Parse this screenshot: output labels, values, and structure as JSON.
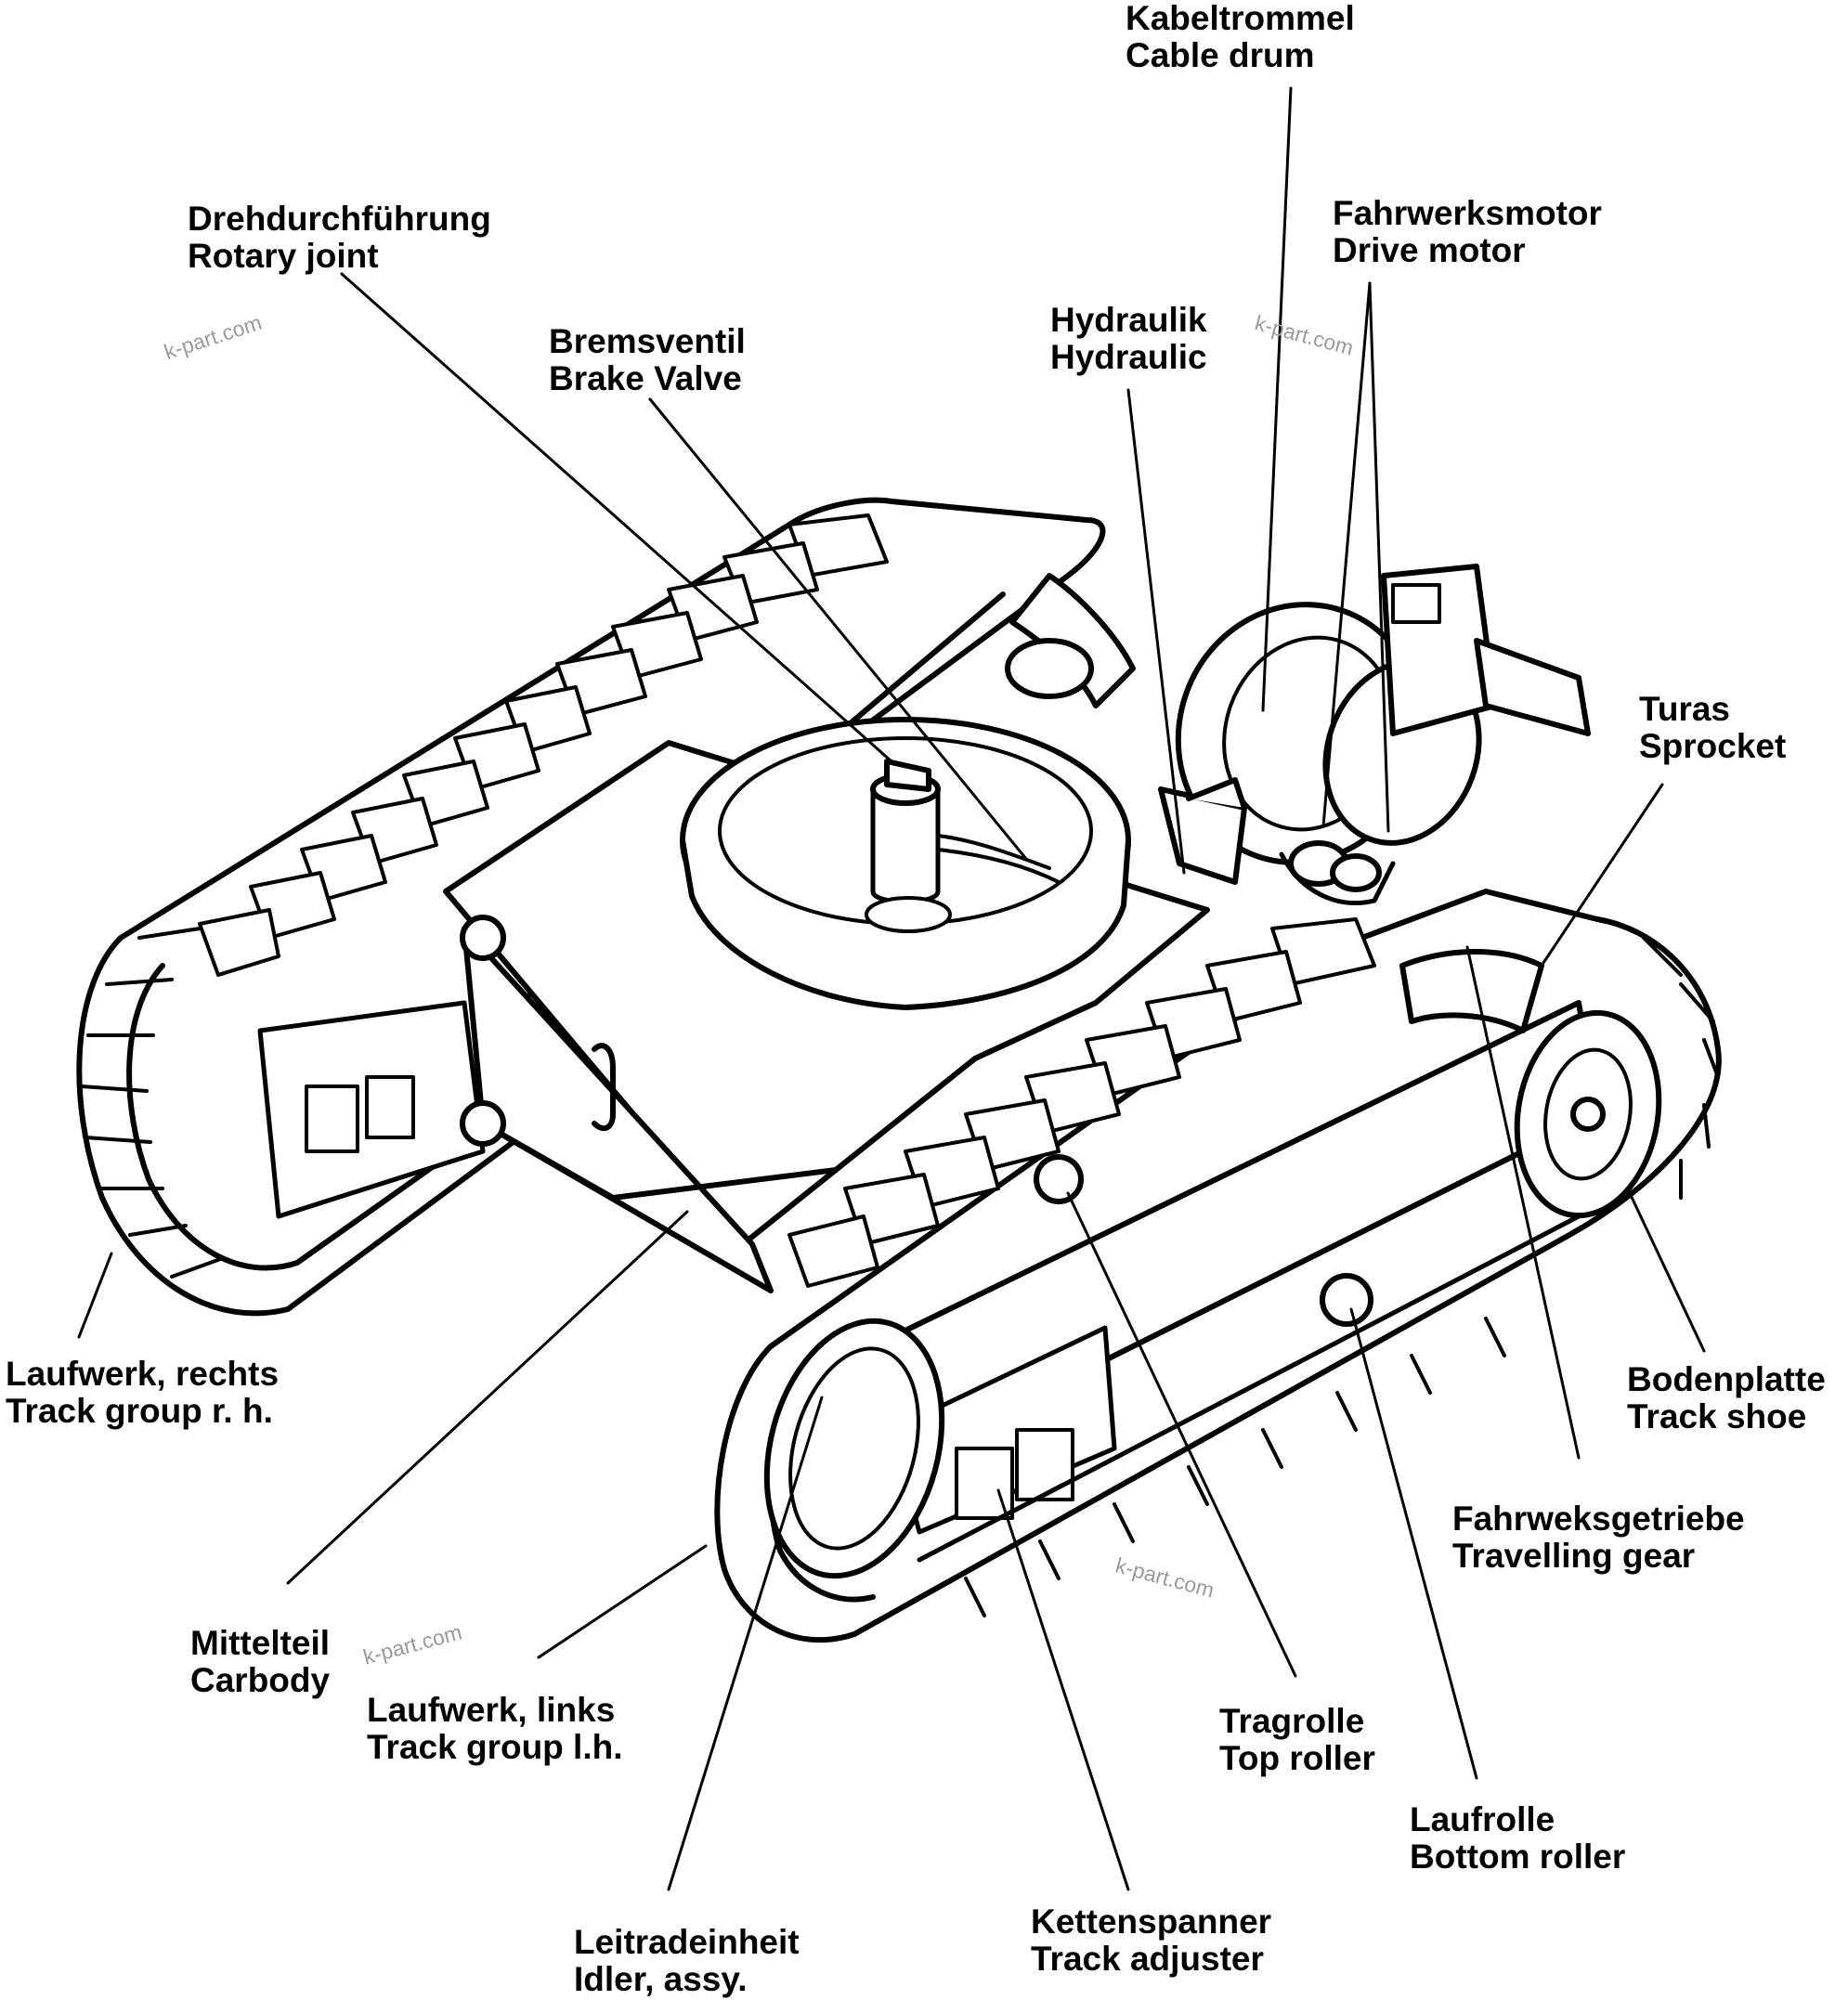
{
  "labels": {
    "cable_drum": {
      "de": "Kabeltrommel",
      "en": "Cable drum"
    },
    "rotary_joint": {
      "de": "Drehdurchführung",
      "en": "Rotary joint"
    },
    "drive_motor": {
      "de": "Fahrwerksmotor",
      "en": "Drive motor"
    },
    "hydraulic": {
      "de": "Hydraulik",
      "en": "Hydraulic"
    },
    "brake_valve": {
      "de": "Bremsventil",
      "en": "Brake Valve"
    },
    "sprocket": {
      "de": "Turas",
      "en": "Sprocket"
    },
    "track_group_rh": {
      "de": "Laufwerk, rechts",
      "en": "Track group r. h."
    },
    "track_shoe": {
      "de": "Bodenplatte",
      "en": "Track shoe"
    },
    "travelling_gear": {
      "de": "Fahrweksgetriebe",
      "en": "Travelling gear"
    },
    "carbody": {
      "de": "Mittelteil",
      "en": "Carbody"
    },
    "track_group_lh": {
      "de": "Laufwerk, links",
      "en": "Track group l.h."
    },
    "top_roller": {
      "de": "Tragrolle",
      "en": "Top roller"
    },
    "bottom_roller": {
      "de": "Laufrolle",
      "en": "Bottom roller"
    },
    "idler": {
      "de": "Leitradeinheit",
      "en": "Idler, assy."
    },
    "track_adjuster": {
      "de": "Kettenspanner",
      "en": "Track adjuster"
    }
  },
  "watermarks": [
    "k-part.com",
    "k-part.com",
    "k-part.com",
    "k-part.com"
  ],
  "colors": {
    "ink": "#000000",
    "paper": "#ffffff",
    "watermark": "#9a9a9a"
  }
}
